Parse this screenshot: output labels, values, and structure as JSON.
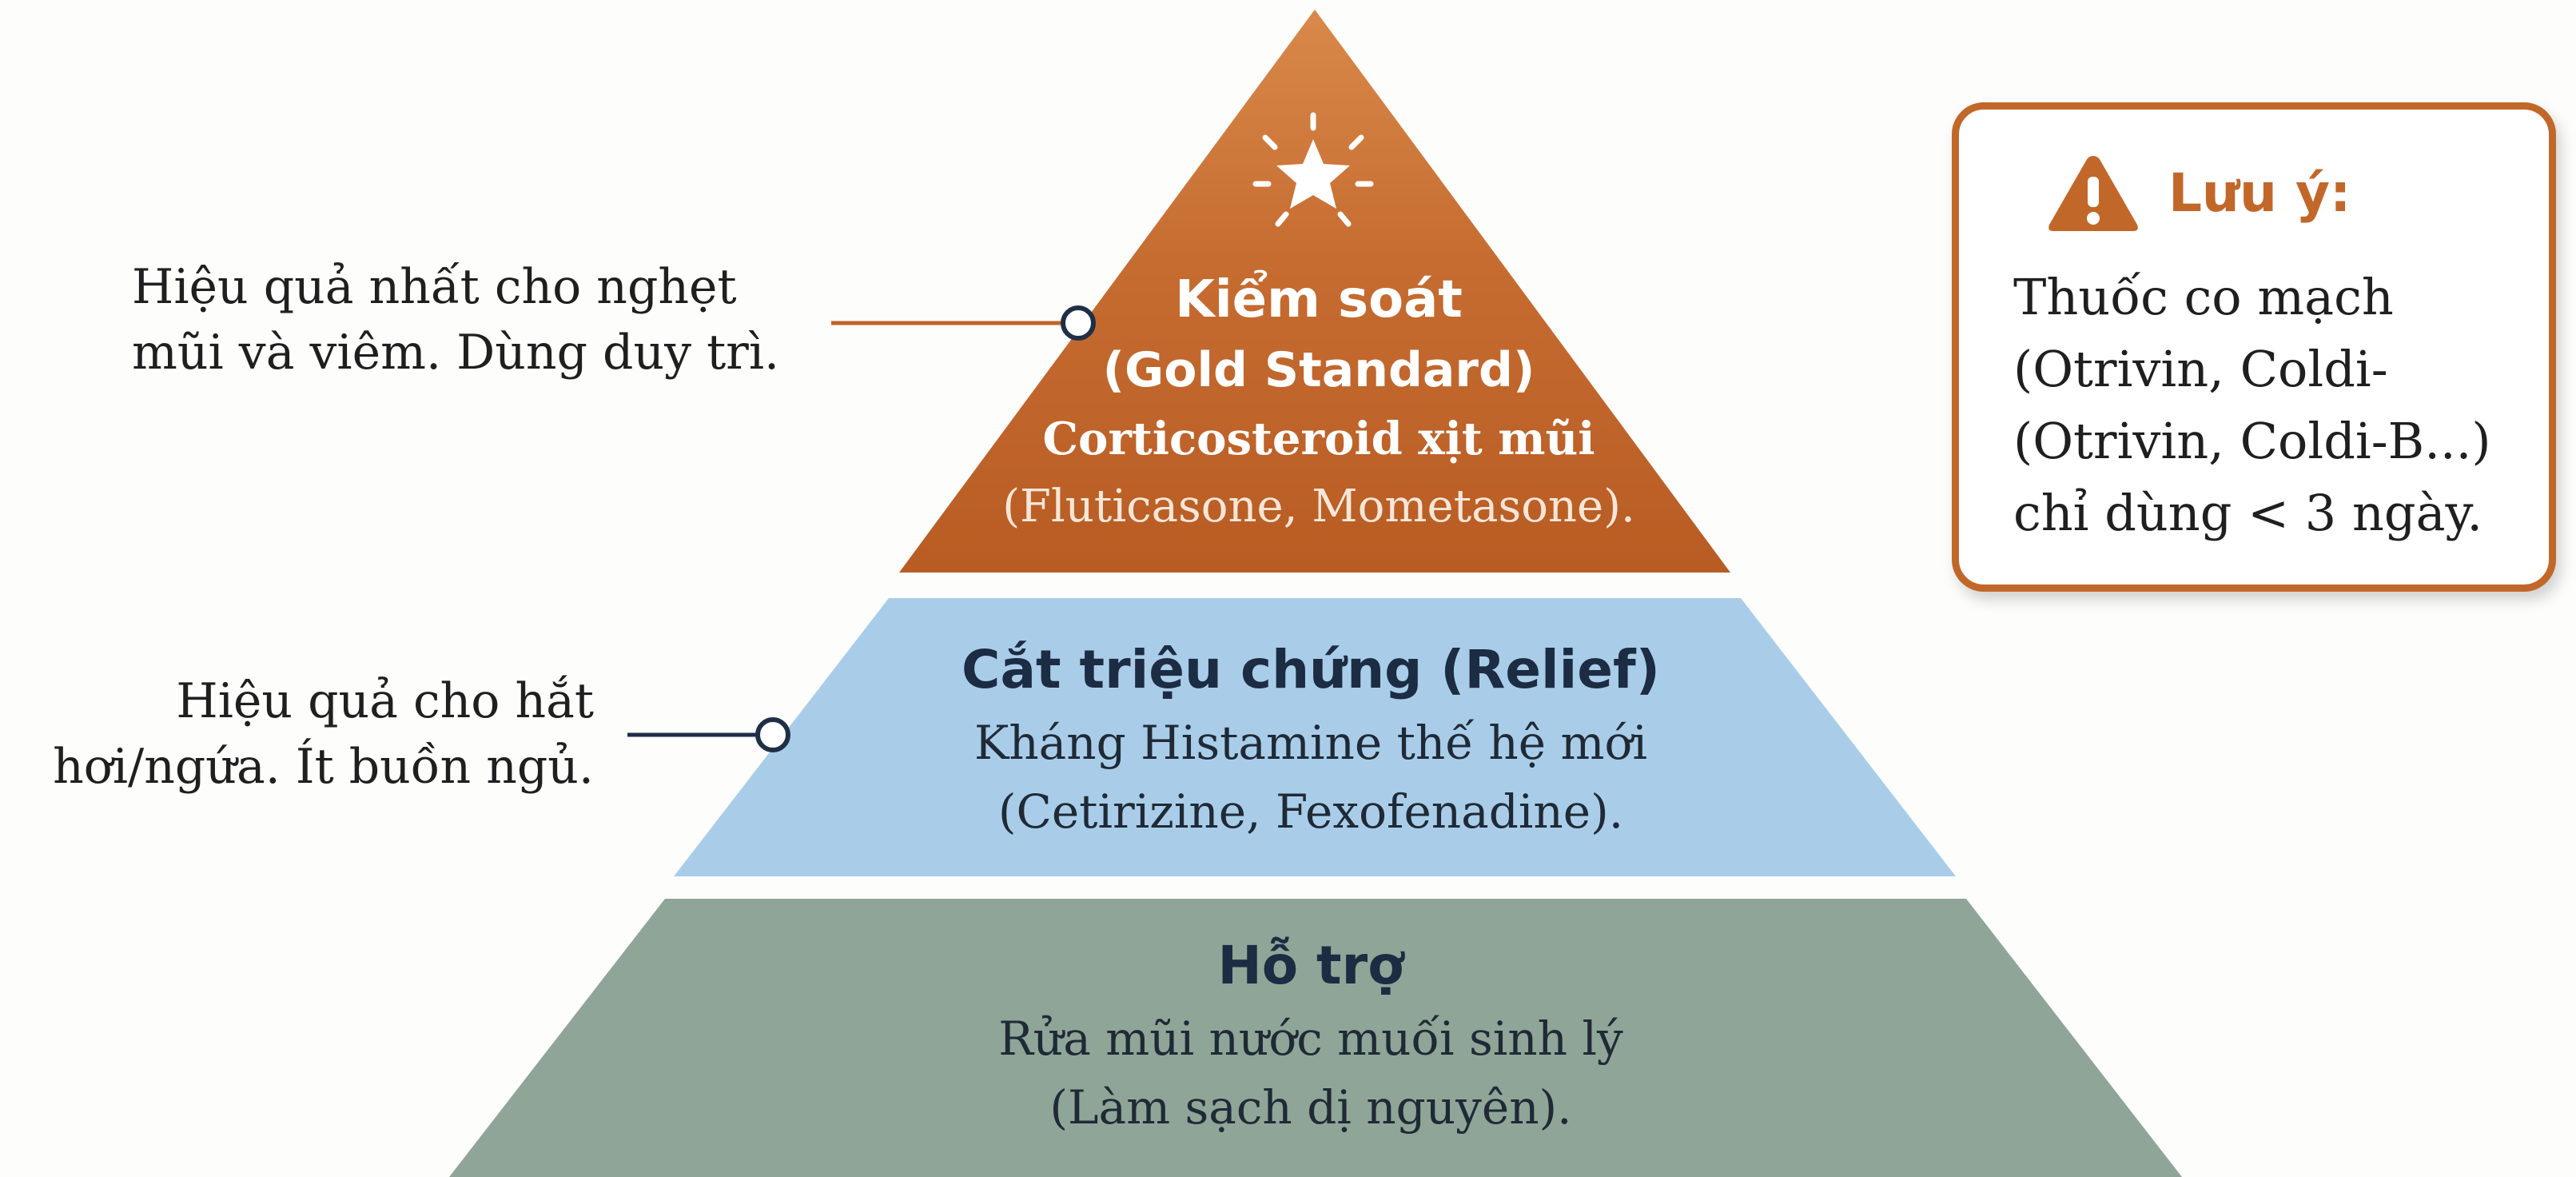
{
  "pyramid": {
    "top": {
      "title": "Kiểm soát",
      "subtitle": "(Gold Standard)",
      "drug": "Corticosteroid xịt mũi",
      "examples": "(Fluticasone, Mometasone).",
      "color": "#c0642a",
      "icon": "star-icon"
    },
    "middle": {
      "title": "Cắt triệu chứng (Relief)",
      "drug": "Kháng Histamine thế hệ mới",
      "examples": "(Cetirizine, Fexofenadine).",
      "color": "#a9cde9"
    },
    "bottom": {
      "title": "Hỗ trợ",
      "drug": "Rửa mũi nước muối sinh lý",
      "examples": "(Làm sạch dị nguyên).",
      "color": "#8fa597"
    }
  },
  "annotations": {
    "top": {
      "line1": "Hiệu quả nhất cho nghẹt",
      "line2": "mũi và viêm. Dùng duy trì.",
      "connector_color": "#c0642a"
    },
    "middle": {
      "line1": "Hiệu quả cho hắt",
      "line2": "hơi/ngứa. Ít buồn ngủ.",
      "connector_color": "#1f2f47"
    }
  },
  "warning": {
    "heading": "Lưu ý:",
    "icon": "warning-icon",
    "lines": [
      "Thuốc co mạch",
      "(Otrivin, Coldi-",
      "(Otrivin, Coldi-B...)",
      "chỉ dùng < 3 ngày."
    ],
    "accent_color": "#c2672a"
  }
}
